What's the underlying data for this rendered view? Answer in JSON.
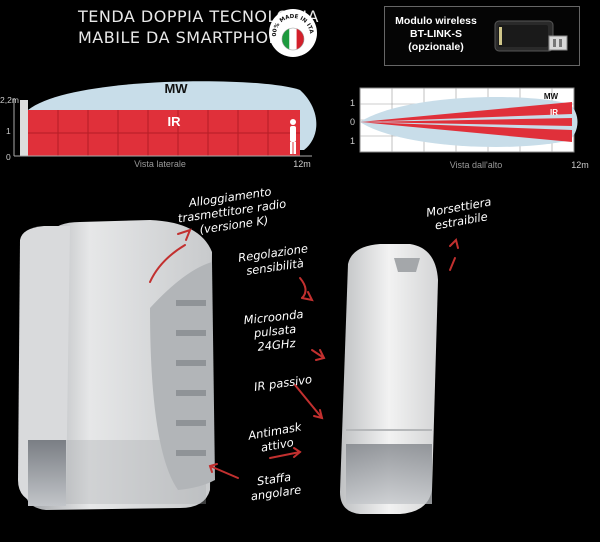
{
  "header": {
    "title_line1": "TENDA DOPPIA TECNOLOGIA",
    "title_line2": "MABILE DA SMARTPHONE",
    "made_in_italy": "100% MADE IN ITALY"
  },
  "module_box": {
    "line1": "Modulo wireless",
    "line2": "BT-LINK-S",
    "line3": "(opzionale)"
  },
  "side_view": {
    "label": "Vista laterale",
    "mw_label": "MW",
    "ir_label": "IR",
    "y_ticks": [
      "2,2m",
      "1",
      "0"
    ],
    "range_label": "12m",
    "colors": {
      "mw": "#c8dde9",
      "ir": "#e0303a"
    }
  },
  "top_view": {
    "label": "Vista dall'alto",
    "mw_label": "MW",
    "ir_label": "IR",
    "y_ticks": [
      "1",
      "0",
      "1"
    ],
    "range_label": "12m"
  },
  "annotations": {
    "alloggiamento": [
      "Alloggiamento",
      "trasmettitore radio",
      "(versione K)"
    ],
    "morsettiera": [
      "Morsettiera",
      "estraibile"
    ],
    "regolazione": [
      "Regolazione",
      "sensibilità"
    ],
    "microonda": [
      "Microonda",
      "pulsata",
      "24GHz"
    ],
    "ir_passivo": [
      "IR passivo"
    ],
    "antimask": [
      "Antimask",
      "attivo"
    ],
    "staffa": [
      "Staffa",
      "angolare"
    ]
  },
  "accent_color": "#c2302f"
}
